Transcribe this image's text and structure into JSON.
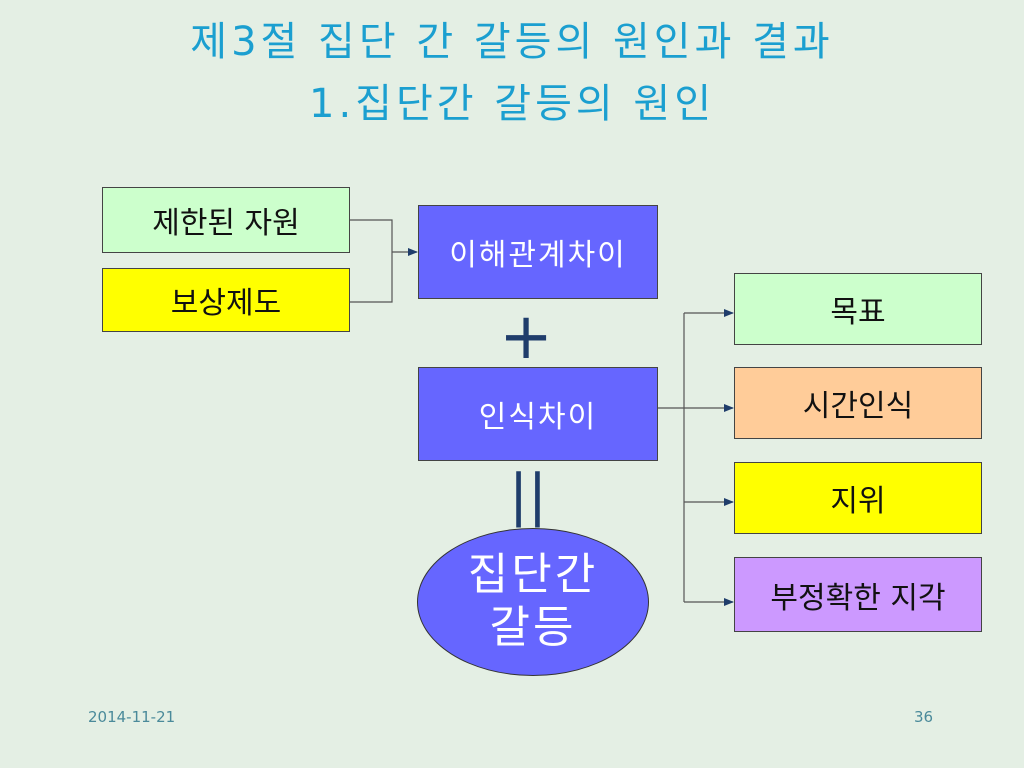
{
  "title": {
    "line1": "제3절 집단 간 갈등의 원인과 결과",
    "line2": "1.집단간 갈등의 원인"
  },
  "causes": {
    "limited_resources": "제한된 자원",
    "reward_system": "보상제도"
  },
  "middle": {
    "interest_difference": "이해관계차이",
    "plus_symbol": "+",
    "perception_difference": "인식차이",
    "equals_symbol": "||",
    "result_line1": "집단간",
    "result_line2": "갈등"
  },
  "perception_factors": [
    {
      "label": "목표",
      "color": "#ccffcc"
    },
    {
      "label": "시간인식",
      "color": "#ffcc99"
    },
    {
      "label": "지위",
      "color": "#ffff00"
    },
    {
      "label": "부정확한 지각",
      "color": "#cc99ff"
    }
  ],
  "footer": {
    "date": "2014-11-21",
    "page": "36"
  },
  "colors": {
    "title": "#1b9fd0",
    "blue_box": "#6666ff",
    "background": "#e4efe4"
  }
}
